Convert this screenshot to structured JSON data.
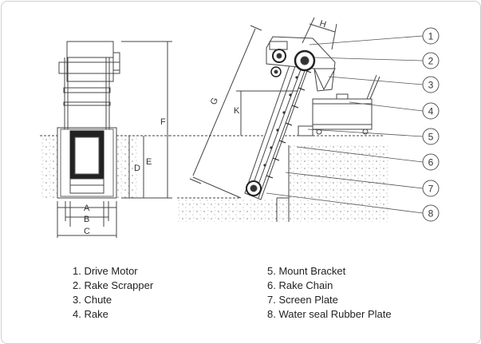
{
  "dimension_labels": {
    "A": "A",
    "B": "B",
    "C": "C",
    "D": "D",
    "E": "E",
    "F": "F",
    "G": "G",
    "H": "H",
    "K": "K"
  },
  "callouts": [
    "1",
    "2",
    "3",
    "4",
    "5",
    "6",
    "7",
    "8"
  ],
  "legend": {
    "left": [
      "1. Drive Motor",
      "2. Rake Scrapper",
      "3. Chute",
      "4. Rake"
    ],
    "right": [
      "5. Mount Bracket",
      "6. Rake Chain",
      "7. Screen Plate",
      "8. Water seal Rubber Plate"
    ]
  }
}
